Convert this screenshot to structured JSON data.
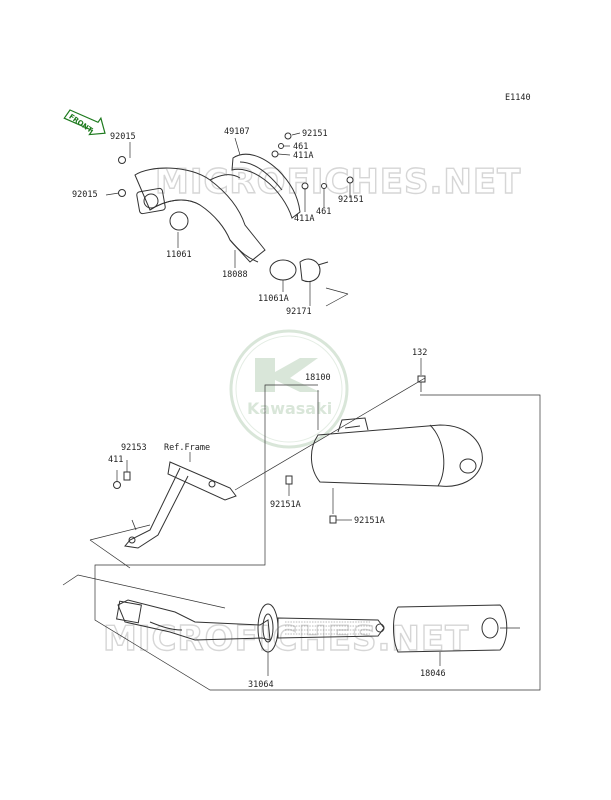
{
  "diagram": {
    "code": "E1140",
    "front_label": "FRONT",
    "ref_frame": "Ref.Frame",
    "watermark": "MICROFICHES.NET",
    "logo_text": "Kawasaki",
    "parts": {
      "p92015a": "92015",
      "p92015b": "92015",
      "p11061": "11061",
      "p18088": "18088",
      "p49107": "49107",
      "p92151a": "92151",
      "p461a": "461",
      "p411Aa": "411A",
      "p461b": "461",
      "p411Ab": "411A",
      "p92151b": "92151",
      "p11061A": "11061A",
      "p92171": "92171",
      "p132": "132",
      "p18100": "18100",
      "p92153": "92153",
      "p411": "411",
      "p92151Aa": "92151A",
      "p92151Ab": "92151A",
      "p18046": "18046",
      "p31064": "31064"
    }
  }
}
